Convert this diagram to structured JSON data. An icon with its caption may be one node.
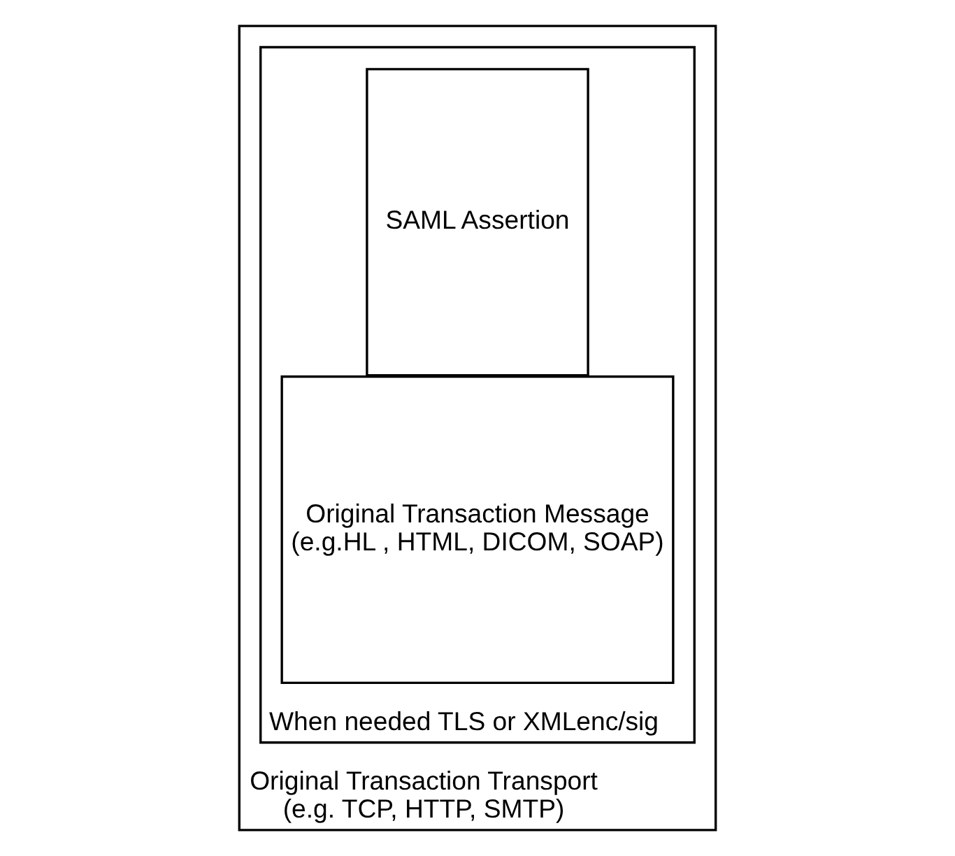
{
  "diagram": {
    "nodes": [
      {
        "text": [
          "Original Transaction Transport",
          "(e.g. TCP, HTTP, SMTP)"
        ]
      },
      {
        "text": [
          "When needed TLS or XMLenc/sig"
        ],
        "in": 0
      },
      {
        "text": [
          "Original Transaction Message",
          "(e.g.HL , HTML, DICOM, SOAP)"
        ],
        "in": 1
      },
      {
        "text": [
          "SAML Assertion"
        ],
        "in": 1
      }
    ]
  }
}
